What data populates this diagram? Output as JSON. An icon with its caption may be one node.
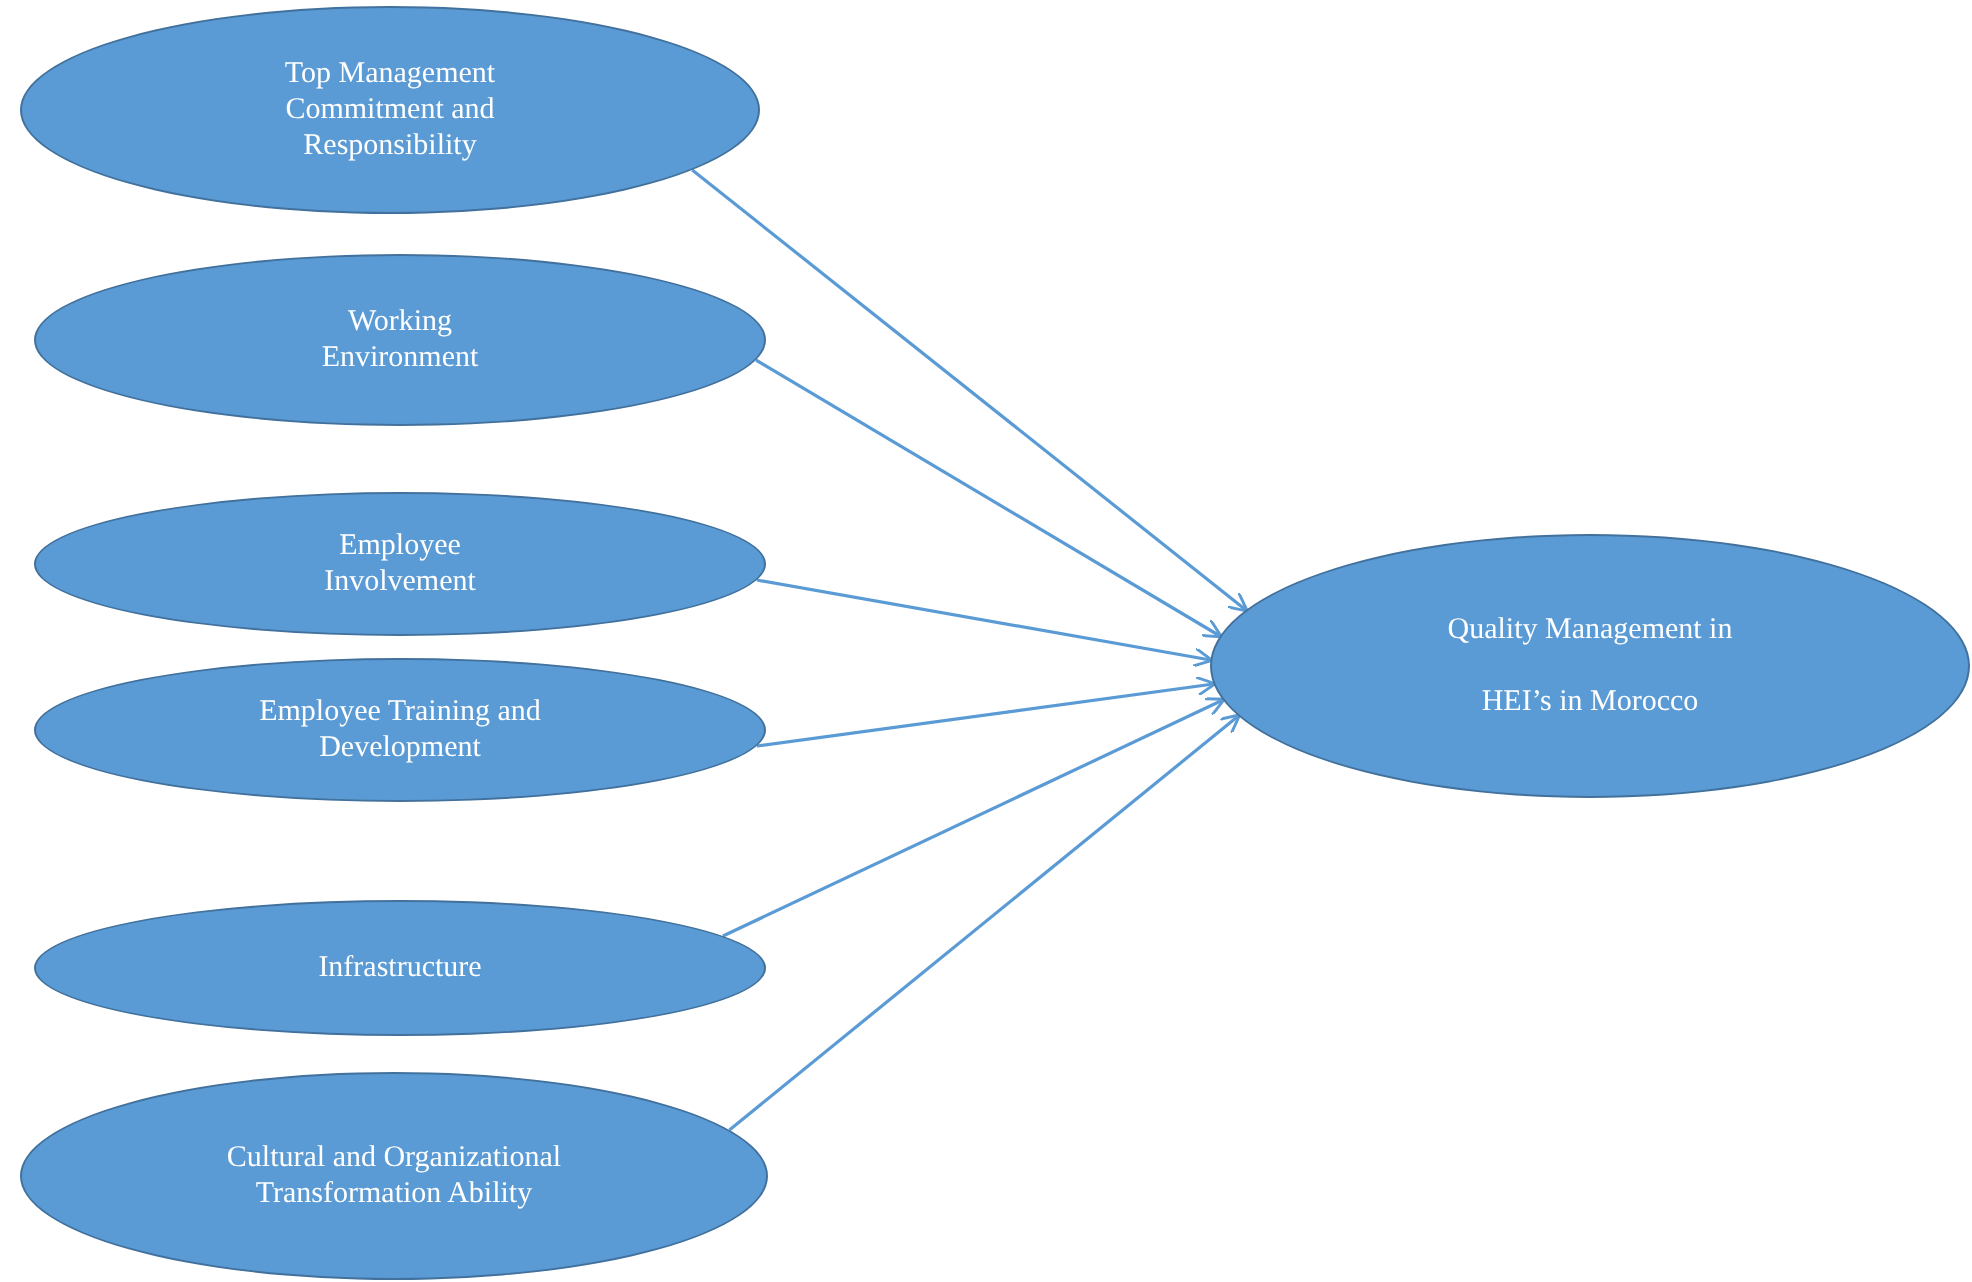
{
  "diagram": {
    "nodes": [
      {
        "text": [
          "Top Management Commitment and Responsibility"
        ]
      },
      {
        "text": [
          "Working Environment"
        ]
      },
      {
        "text": [
          "Employee Involvement"
        ]
      },
      {
        "text": [
          "Employee Training and Development"
        ]
      },
      {
        "text": [
          "Infrastructure"
        ]
      },
      {
        "text": [
          "Cultural and Organizational Transformation Ability"
        ]
      },
      {
        "text": [
          "Quality Management in HEI’s in Morocco"
        ]
      }
    ],
    "edges": [
      {
        "from": 0,
        "to": 6,
        "arrow": "to"
      },
      {
        "from": 1,
        "to": 6,
        "arrow": "to"
      },
      {
        "from": 2,
        "to": 6,
        "arrow": "to"
      },
      {
        "from": 3,
        "to": 6,
        "arrow": "to"
      },
      {
        "from": 4,
        "to": 6,
        "arrow": "to"
      },
      {
        "from": 5,
        "to": 6,
        "arrow": "to"
      }
    ]
  }
}
